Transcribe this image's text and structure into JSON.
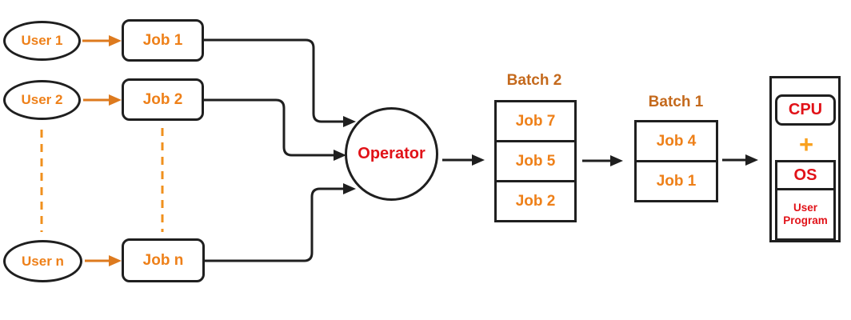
{
  "diagram": {
    "users": [
      {
        "label": "User 1"
      },
      {
        "label": "User 2"
      },
      {
        "label": "User n"
      }
    ],
    "jobs": [
      {
        "label": "Job 1"
      },
      {
        "label": "Job 2"
      },
      {
        "label": "Job n"
      }
    ],
    "operator": {
      "label": "Operator"
    },
    "batch2": {
      "title": "Batch 2",
      "jobs": [
        "Job 7",
        "Job 5",
        "Job 2"
      ]
    },
    "batch1": {
      "title": "Batch 1",
      "jobs": [
        "Job 4",
        "Job 1"
      ]
    },
    "machine": {
      "cpu": "CPU",
      "plus": "+",
      "os": "OS",
      "user_program": "User Program"
    },
    "colors": {
      "line_black": "#1f1f1f",
      "label_orange": "#ee8019",
      "arrow_orange": "#dd7a1e",
      "batch_title_orange": "#c4691c",
      "plus_orange": "#f9a11f",
      "red_text": "#e11218",
      "background": "#ffffff"
    }
  }
}
